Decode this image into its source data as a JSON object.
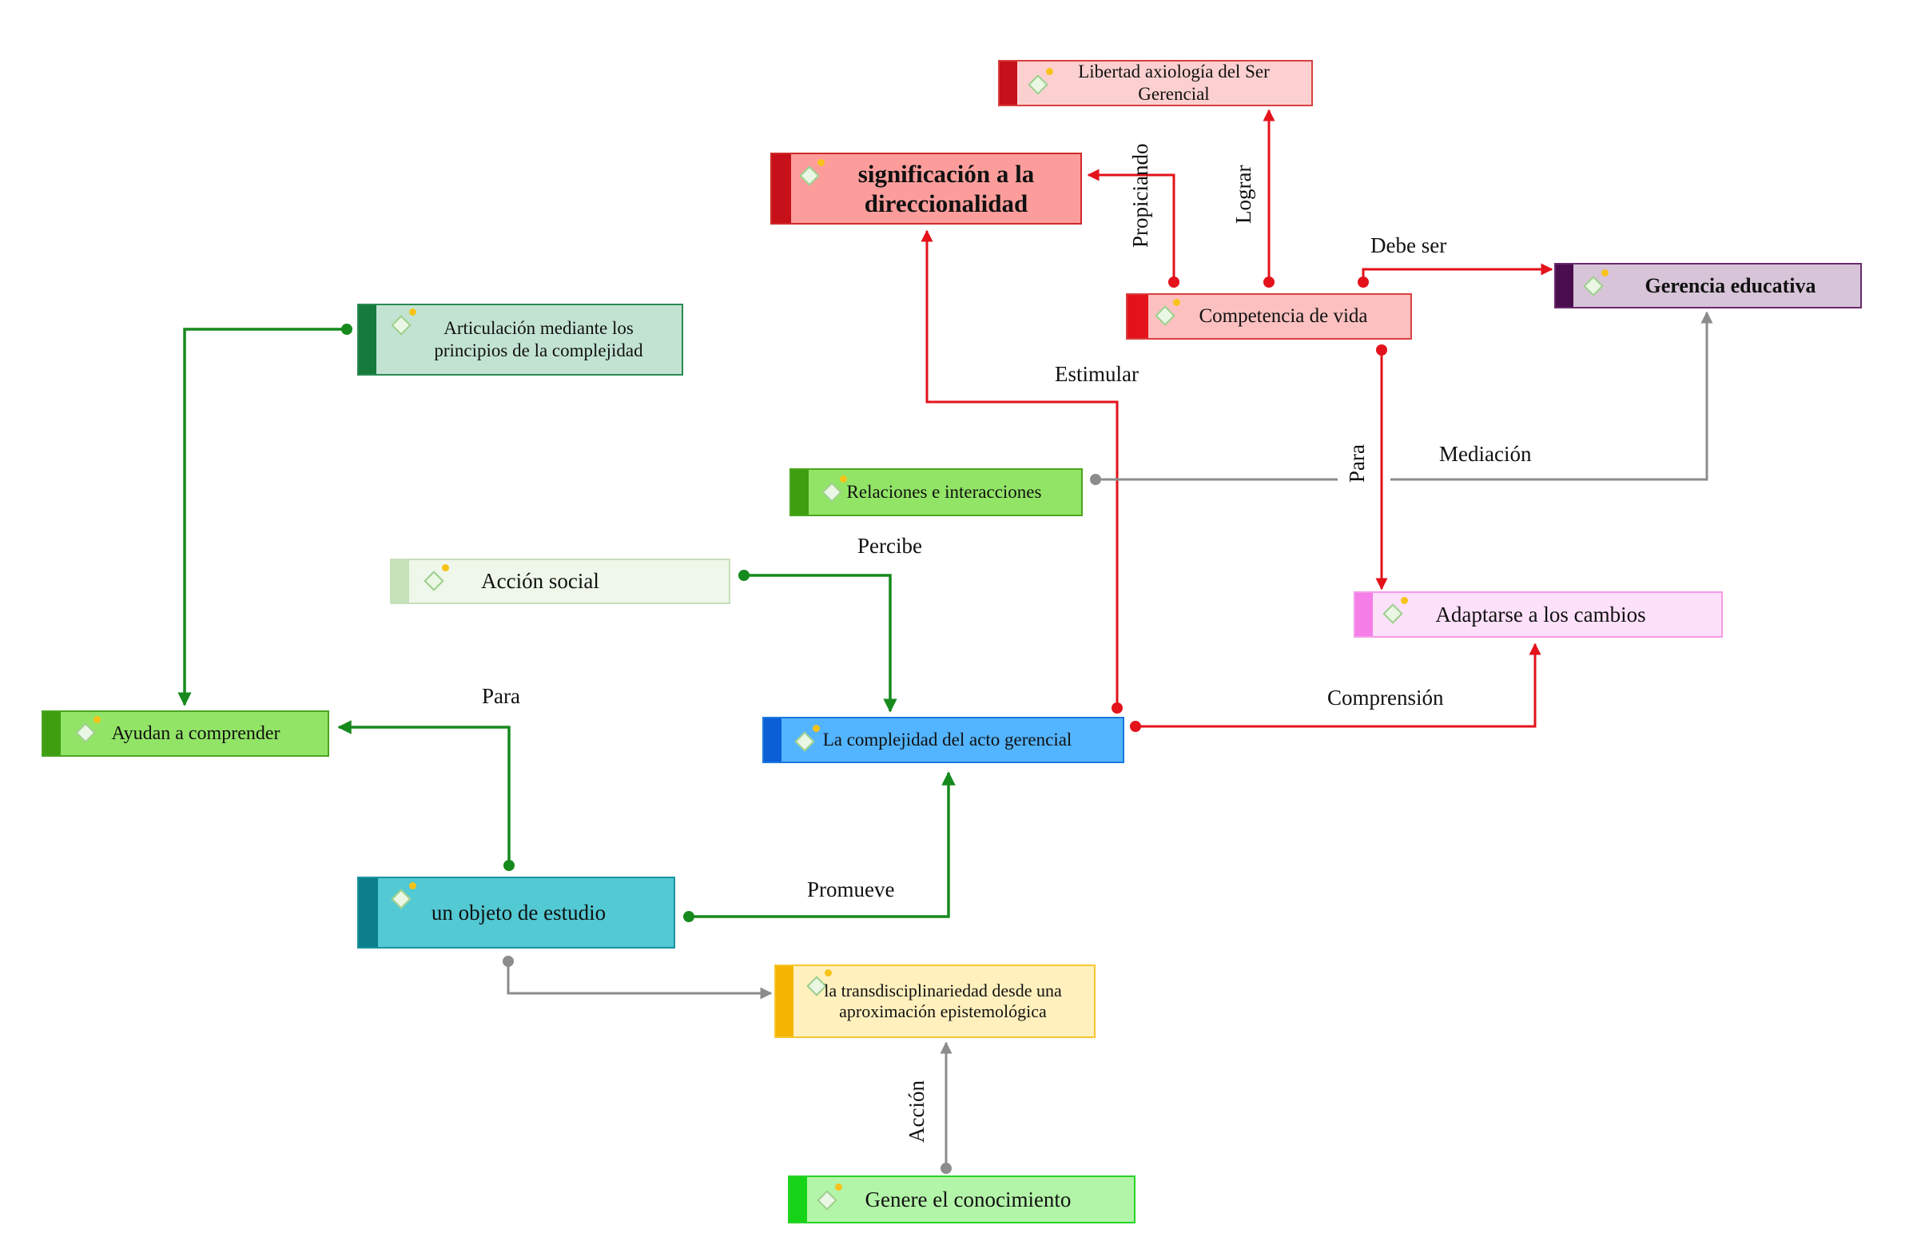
{
  "colors": {
    "red": "#e3121b",
    "green": "#178a1e",
    "gray": "#8c8c8c"
  },
  "nodes": {
    "libertad": {
      "text": "Libertad axiología del Ser Gerencial",
      "bar": "#c6101a",
      "bg": "#fcd0d0",
      "border": "#d94040"
    },
    "significacion": {
      "text": "significación a la direccionalidad",
      "bar": "#c6101a",
      "bg": "#fc9d9c",
      "border": "#cf2a2a"
    },
    "competencia": {
      "text": "Competencia de vida",
      "bar": "#e3121b",
      "bg": "#fcc0c0",
      "border": "#d94040"
    },
    "gerencia": {
      "text": "Gerencia educativa",
      "bar": "#4a0e4e",
      "bg": "#d7c4d8",
      "border": "#6a2a6e"
    },
    "articulacion": {
      "text": "Articulación mediante los principios de la complejidad",
      "bar": "#157a3c",
      "bg": "#c3e3d2",
      "border": "#2a8a50"
    },
    "relaciones": {
      "text": "Relaciones e interacciones",
      "bar": "#3f9e10",
      "bg": "#92e466",
      "border": "#4aa520"
    },
    "accion_social": {
      "text": "Acción social",
      "bar": "#c6e2b8",
      "bg": "#eef7e9",
      "border": "#c8e0bb"
    },
    "adaptarse": {
      "text": "Adaptarse a los cambios",
      "bar": "#f57ee8",
      "bg": "#fde0fa",
      "border": "#f59be9"
    },
    "ayudan": {
      "text": "Ayudan a comprender",
      "bar": "#3f9e10",
      "bg": "#92e466",
      "border": "#4aa520"
    },
    "complejidad": {
      "text": "La complejidad del acto gerencial",
      "bar": "#0a5fd4",
      "bg": "#53b4ff",
      "border": "#1a78e0"
    },
    "objeto": {
      "text": "un objeto de estudio",
      "bar": "#0a7f89",
      "bg": "#52c9d3",
      "border": "#1a94a0"
    },
    "transdisciplinariedad": {
      "text": "la transdisciplinariedad desde una aproximación epistemológica",
      "bar": "#f5b400",
      "bg": "#fff0bd",
      "border": "#f7c531"
    },
    "genere": {
      "text": "Genere el conocimiento",
      "bar": "#17d317",
      "bg": "#b3f5a8",
      "border": "#2ad12a"
    }
  },
  "edge_labels": {
    "propiciando": "Propiciando",
    "lograr": "Lograr",
    "debe_ser": "Debe ser",
    "estimular": "Estimular",
    "para_vertical": "Para",
    "mediacion": "Mediación",
    "percibe": "Percibe",
    "para": "Para",
    "comprension": "Comprensión",
    "promueve": "Promueve",
    "accion": "Acción"
  }
}
